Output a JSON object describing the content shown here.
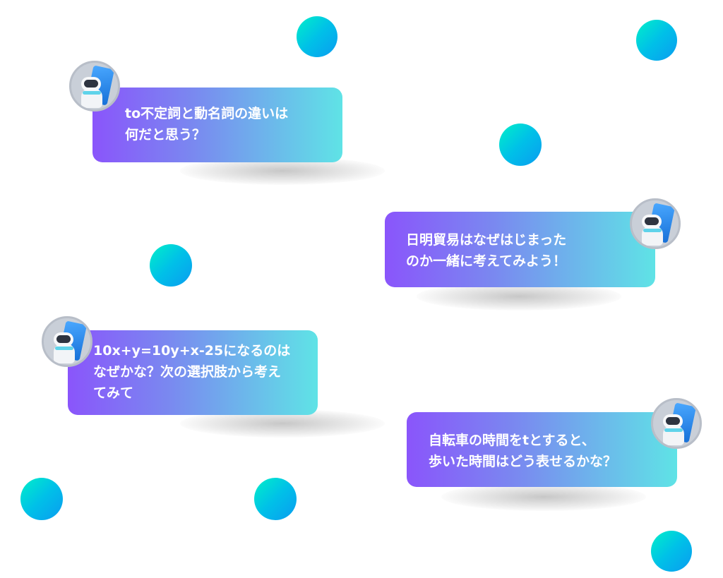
{
  "messages": [
    {
      "lines": [
        "to不定詞と動名詞の違いは",
        "何だと思う？"
      ]
    },
    {
      "lines": [
        "日明貿易はなぜはじまった",
        "のか一緒に考えてみよう！"
      ]
    },
    {
      "lines": [
        "10x+y=10y+x-25になるのは",
        "なぜかな？次の選択肢から考え",
        "てみて"
      ]
    },
    {
      "lines": [
        "自転車の時間をtとすると、",
        "歩いた時間はどう表せるかな？"
      ]
    }
  ],
  "colors": {
    "bubble_start": "#8a55fb",
    "bubble_end": "#5fe3e6",
    "dot": "#00c0e8"
  }
}
